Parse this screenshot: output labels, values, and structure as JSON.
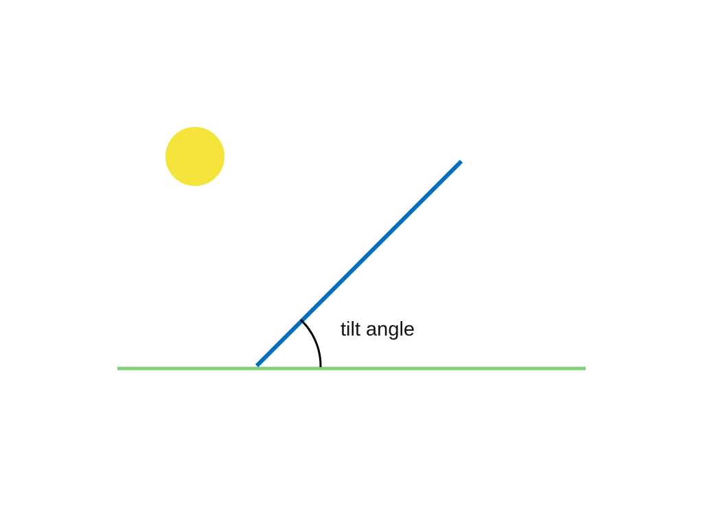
{
  "diagram": {
    "angle_label": "tilt angle",
    "tilt_angle_deg": 45,
    "colors": {
      "sun": "#F5E43C",
      "panel": "#0070C0",
      "ground": "#7ED07A",
      "arc": "#000000",
      "text": "#111111"
    },
    "elements": {
      "sun": "sun-icon",
      "panel": "tilted-panel-line",
      "ground": "ground-line",
      "arc": "angle-arc"
    }
  }
}
